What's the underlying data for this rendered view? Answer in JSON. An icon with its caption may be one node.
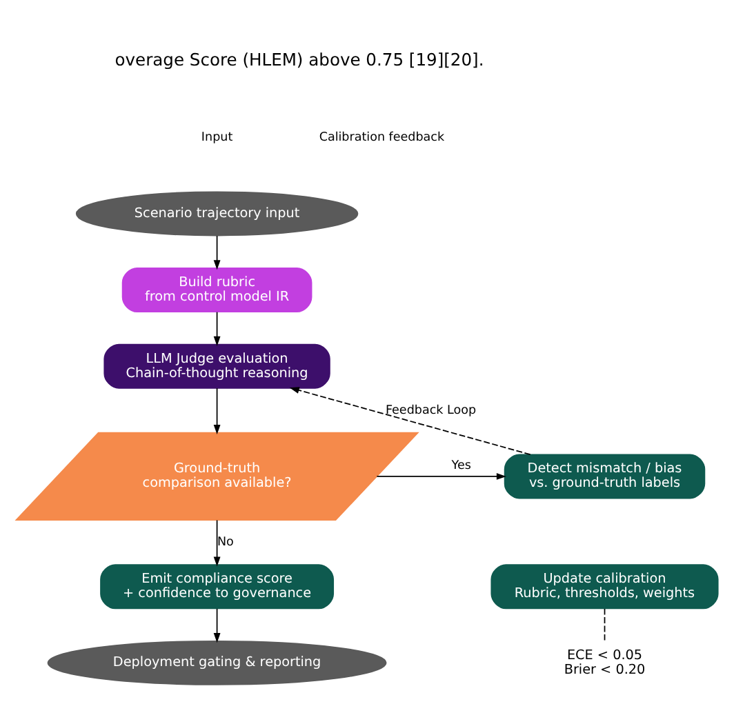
{
  "diagram": {
    "nodes": [
      {
        "text": [
          "Scenario trajectory input"
        ]
      },
      {
        "text": [
          "Build rubric",
          "from control model IR"
        ]
      },
      {
        "text": [
          "LLM Judge evaluation",
          "Chain-of-thought reasoning"
        ]
      },
      {
        "text": [
          "Ground-truth",
          "comparison available?"
        ]
      },
      {
        "text": [
          "Detect mismatch / bias",
          "vs. ground-truth labels"
        ]
      },
      {
        "text": [
          "Update calibration",
          "Rubric, thresholds, weights"
        ]
      },
      {
        "text": [
          "Emit compliance score",
          "+ confidence to governance"
        ]
      },
      {
        "text": [
          "Deployment gating & reporting"
        ]
      },
      {
        "text": [
          "ECE < 0.05",
          "Brier < 0.20"
        ]
      }
    ],
    "edges": [
      {
        "from": 0,
        "to": 1,
        "arrow": "to"
      },
      {
        "from": 1,
        "to": 2,
        "arrow": "to"
      },
      {
        "from": 2,
        "to": 3,
        "arrow": "to"
      },
      {
        "from": 3,
        "to": 4,
        "arrow": "to",
        "label": "Yes"
      },
      {
        "from": 3,
        "to": 6,
        "arrow": "to",
        "label": "No"
      },
      {
        "from": 6,
        "to": 7,
        "arrow": "to"
      },
      {
        "from": 4,
        "to": 2,
        "arrow": "to",
        "style": "dashed",
        "label": "Feedback Loop"
      },
      {
        "from": 5,
        "to": 8,
        "arrow": "none",
        "style": "dashed"
      }
    ],
    "labels": [
      "overage Score (HLEM) above 0.75 [19][20].",
      "Input",
      "Calibration feedback"
    ]
  }
}
